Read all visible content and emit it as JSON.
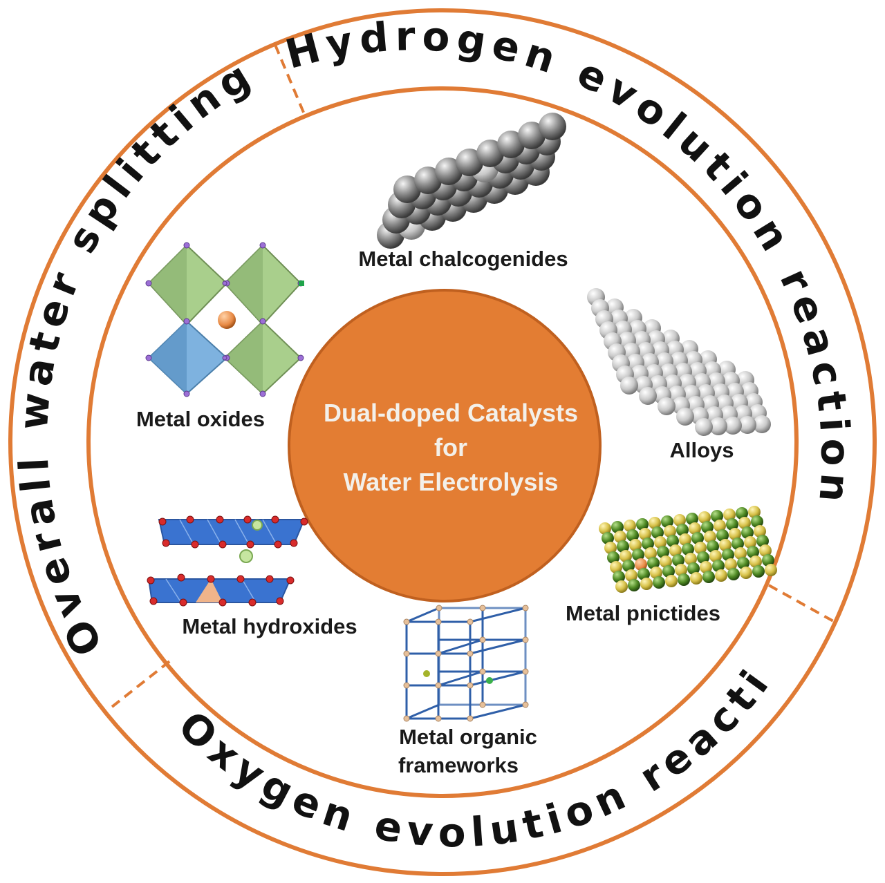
{
  "ring_labels": {
    "her": "Hydrogen evolution reaction",
    "oer": "Oxygen evolution reaction",
    "ows": "Overall water splitting"
  },
  "center": {
    "line1": "Dual-doped Catalysts",
    "line2": "for",
    "line3": "Water Electrolysis"
  },
  "categories": {
    "chalcogenides": "Metal chalcogenides",
    "oxides": "Metal oxides",
    "alloys": "Alloys",
    "hydroxides": "Metal hydroxides",
    "pnictides": "Metal pnictides",
    "mof_line1": "Metal organic",
    "mof_line2": "frameworks"
  },
  "colors": {
    "ring": "#e07b35",
    "center_fill": "#e37d33",
    "text": "#111111"
  }
}
